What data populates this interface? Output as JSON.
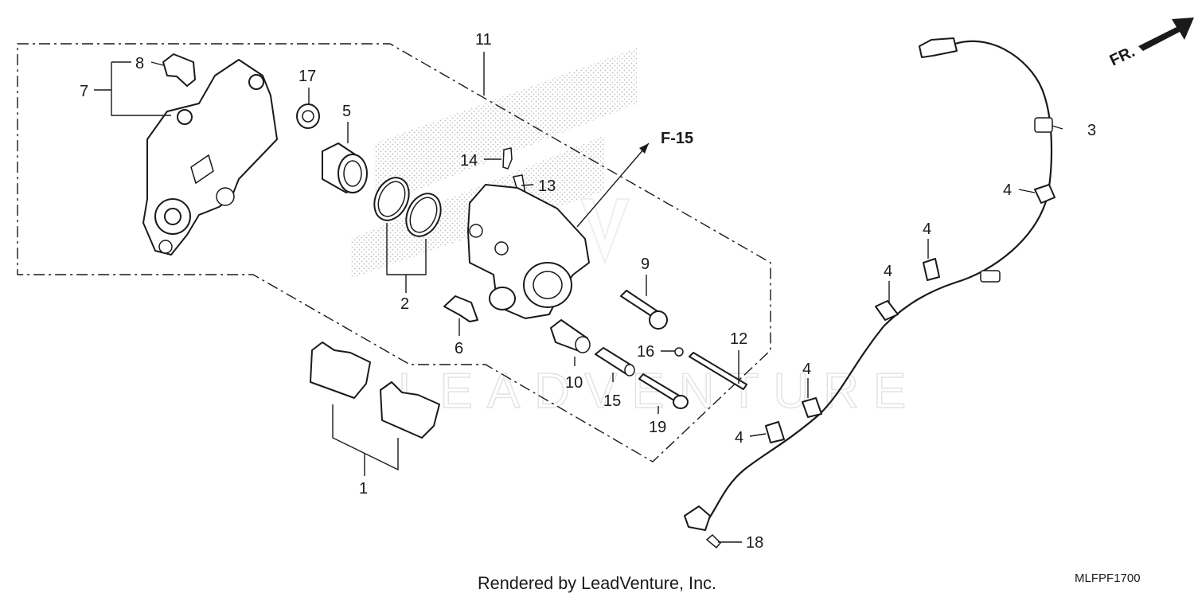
{
  "callouts": {
    "c1": "1",
    "c2": "2",
    "c3": "3",
    "c4a": "4",
    "c4b": "4",
    "c4c": "4",
    "c4d": "4",
    "c4e": "4",
    "c5": "5",
    "c6": "6",
    "c7": "7",
    "c8": "8",
    "c9": "9",
    "c10": "10",
    "c11": "11",
    "c12": "12",
    "c13": "13",
    "c14": "14",
    "c15": "15",
    "c16": "16",
    "c17": "17",
    "c18": "18",
    "c19": "19"
  },
  "reference": "F-15",
  "direction": "FR.",
  "watermark": "LEADVENTURE",
  "credit": "Rendered by LeadVenture, Inc.",
  "diagram_code": "MLFPF1700"
}
